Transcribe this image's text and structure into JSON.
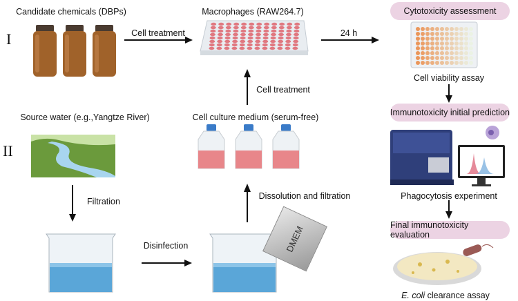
{
  "rows": {
    "row1": "I",
    "row2": "II"
  },
  "labels": {
    "candidate_chemicals": "Candidate chemicals (DBPs)",
    "cell_treatment_1": "Cell treatment",
    "macrophages": "Macrophages (RAW264.7)",
    "duration": "24 h",
    "cell_viability": "Cell viability assay",
    "cell_treatment_2": "Cell treatment",
    "culture_medium": "Cell culture medium (serum-free)",
    "source_water": "Source water (e.g.,Yangtze River)",
    "filtration": "Filtration",
    "disinfection": "Disinfection",
    "dissolution": "Dissolution and filtration",
    "dmem": "DMEM",
    "phagocytosis": "Phagocytosis experiment",
    "ecoli_italic": "E. coli",
    "clearance": " clearance assay"
  },
  "stages": [
    "Cytotoxicity assessment",
    "Immunotoxicity initial prediction",
    "Final immunotoxicity evaluation"
  ],
  "colors": {
    "pill": "#ecd3e3",
    "bottle": "#a0622a",
    "medium": "#e8868a",
    "water": "#5aa6d8",
    "plate_well": "#e07880"
  }
}
